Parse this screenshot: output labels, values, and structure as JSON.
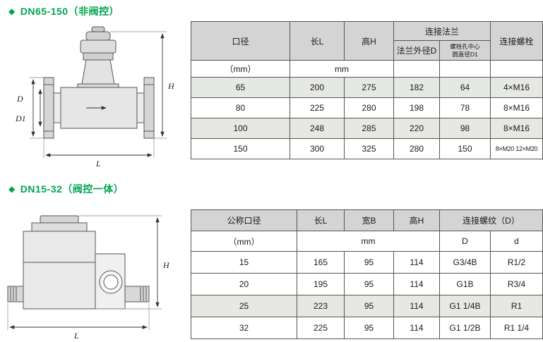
{
  "page": {
    "background": "#ffffff"
  },
  "theme": {
    "accent_green": "#00a651",
    "table_header_bg": "#d4d4d4",
    "shaded_row_bg": "#e6e8e3",
    "table_border": "#555555"
  },
  "section1": {
    "bullet": "◆",
    "title": "DN65-150（非阀控）",
    "drawing": {
      "labels": {
        "D": "D",
        "D1": "D1",
        "L": "L",
        "H": "H"
      }
    },
    "table": {
      "headers": {
        "koujing": "口径",
        "chang_l": "长L",
        "gao_h": "高H",
        "lianjie_falan": "连接法兰",
        "falan_waijing": "法兰外径D",
        "luoshuan_kong_line1": "螺栓孔中心",
        "luoshuan_kong_line2": "圆直径D1",
        "lianjie_luoshuan": "连接螺栓"
      },
      "unit_row": {
        "label": "（mm）",
        "unit": "mm"
      },
      "rows": [
        {
          "cells": [
            "65",
            "200",
            "275",
            "182",
            "64",
            "4×M16"
          ],
          "shaded": true
        },
        {
          "cells": [
            "80",
            "225",
            "280",
            "198",
            "78",
            "8×M16"
          ],
          "shaded": false
        },
        {
          "cells": [
            "100",
            "248",
            "285",
            "220",
            "98",
            "8×M16"
          ],
          "shaded": true
        },
        {
          "cells": [
            "150",
            "300",
            "325",
            "280",
            "150",
            "8×M20 12×M20"
          ],
          "shaded": false
        }
      ]
    }
  },
  "section2": {
    "bullet": "◆",
    "title": "DN15-32（阀控一体）",
    "drawing": {
      "labels": {
        "H": "H",
        "L": "L"
      }
    },
    "table": {
      "headers": {
        "gongcheng_koujing": "公称口径",
        "chang_l": "长L",
        "kuan_b": "宽B",
        "gao_h": "高H",
        "lianjie_luowen": "连接螺纹（D）"
      },
      "sub_row": {
        "label": "（mm）",
        "unit": "mm",
        "d_upper": "D",
        "d_lower": "d"
      },
      "rows": [
        {
          "cells": [
            "15",
            "165",
            "95",
            "114",
            "G3/4B",
            "R1/2"
          ],
          "shaded": false
        },
        {
          "cells": [
            "20",
            "195",
            "95",
            "114",
            "G1B",
            "R3/4"
          ],
          "shaded": false
        },
        {
          "cells": [
            "25",
            "223",
            "95",
            "114",
            "G1 1/4B",
            "R1"
          ],
          "shaded": true
        },
        {
          "cells": [
            "32",
            "225",
            "95",
            "114",
            "G1 1/2B",
            "R1 1/4"
          ],
          "shaded": false
        }
      ]
    }
  }
}
